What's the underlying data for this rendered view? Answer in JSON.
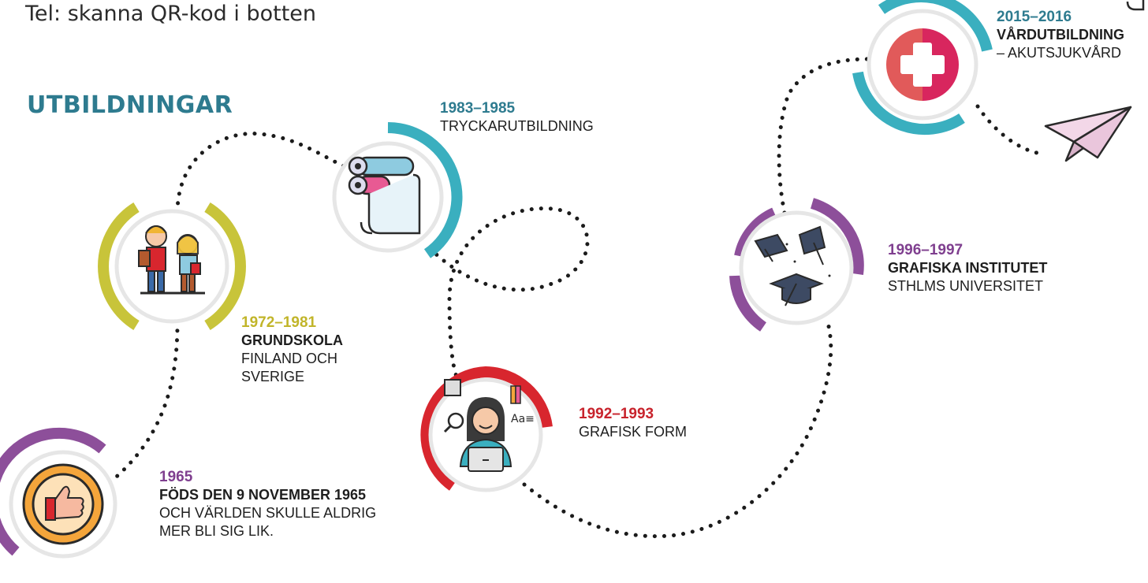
{
  "header": {
    "contact": "Tel: skanna QR-kod i botten",
    "section_title": "UTBILDNINGAR"
  },
  "colors": {
    "teal": "#3aafbf",
    "olive": "#c8c43a",
    "purple": "#8d4f9a",
    "red": "#d8262e",
    "year_olive": "#c1b52a",
    "year_teal": "#2e7b8f",
    "year_purple": "#7f3f8f",
    "year_red": "#c8232c"
  },
  "milestones": [
    {
      "id": "birth",
      "year": "1965",
      "title": "FÖDS DEN 9 NOVEMBER 1965",
      "lines": [
        "OCH VÄRLDEN SKULLE ALDRIG",
        "MER BLI SIG LIK."
      ],
      "icon": "thumbs-up-badge-icon"
    },
    {
      "id": "school",
      "year": "1972–1981",
      "title": "GRUNDSKOLA",
      "lines": [
        "FINLAND OCH",
        "SVERIGE"
      ],
      "icon": "school-children-icon"
    },
    {
      "id": "print",
      "year": "1983–1985",
      "title": "",
      "lines": [
        "TRYCKARUTBILDNING"
      ],
      "icon": "printing-rollers-icon"
    },
    {
      "id": "graphic",
      "year": "1992–1993",
      "title": "",
      "lines": [
        "GRAFISK FORM"
      ],
      "icon": "graphic-designer-icon"
    },
    {
      "id": "institute",
      "year": "1996–1997",
      "title": "GRAFISKA INSTITUTET",
      "lines": [
        "STHLMS UNIVERSITET"
      ],
      "icon": "graduation-caps-icon"
    },
    {
      "id": "care",
      "year": "2015–2016",
      "title": "VÅRDUTBILDNING",
      "lines": [
        "– AKUTSJUKVÅRD"
      ],
      "icon": "medical-cross-icon"
    }
  ],
  "end_icon": "paper-plane-icon"
}
